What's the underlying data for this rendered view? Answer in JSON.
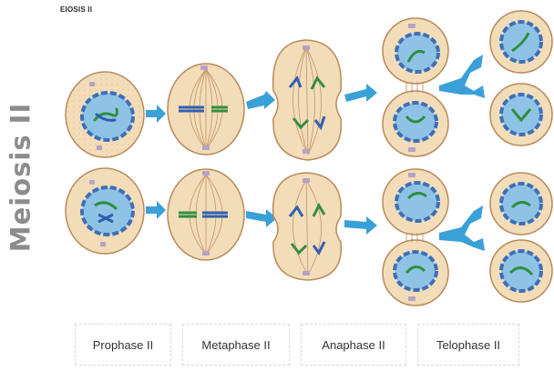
{
  "header": {
    "label": "EIOSIS II"
  },
  "side_title": "Meiosis II",
  "phases": [
    {
      "label": "Prophase II"
    },
    {
      "label": "Metaphase II"
    },
    {
      "label": "Anaphase II"
    },
    {
      "label": "Telophase II"
    }
  ],
  "colors": {
    "cell_fill": "#f3dcb8",
    "cell_stroke": "#b98a5c",
    "nucleus_fill": "#8fc3e6",
    "nucleus_stroke": "#3d6fb8",
    "arrow": "#3aa0d8",
    "chromosome_green": "#2f8f3e",
    "chromosome_blue": "#2f5fb0",
    "centriole": "#b7a0c8",
    "title_gray": "#8c8c8c"
  }
}
